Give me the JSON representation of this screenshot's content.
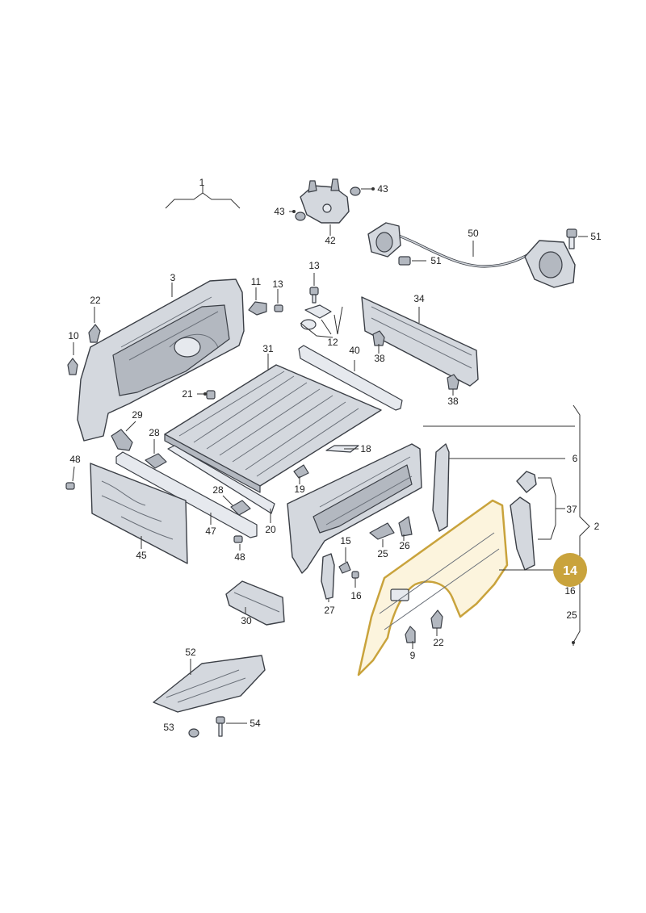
{
  "diagram": {
    "labels": {
      "l1": "1",
      "l2": "2",
      "l3": "3",
      "l6": "6",
      "l9": "9",
      "l10": "10",
      "l11": "11",
      "l12": "12",
      "l13a": "13",
      "l13b": "13",
      "l15": "15",
      "l16": "16",
      "l18": "18",
      "l19": "19",
      "l20": "20",
      "l21": "21",
      "l22a": "22",
      "l22b": "22",
      "l25a": "25",
      "l25b": "25",
      "l26": "26",
      "l27": "27",
      "l28a": "28",
      "l28b": "28",
      "l29": "29",
      "l30": "30",
      "l31": "31",
      "l34": "34",
      "l37": "37",
      "l38a": "38",
      "l38b": "38",
      "l40": "40",
      "l42": "42",
      "l43a": "43",
      "l43b": "43",
      "l45": "45",
      "l47": "47",
      "l48a": "48",
      "l48b": "48",
      "l50": "50",
      "l51a": "51",
      "l51b": "51",
      "l52": "52",
      "l53": "53",
      "l54": "54"
    },
    "highlight": {
      "label": "14",
      "color": "#c9a33c"
    }
  }
}
